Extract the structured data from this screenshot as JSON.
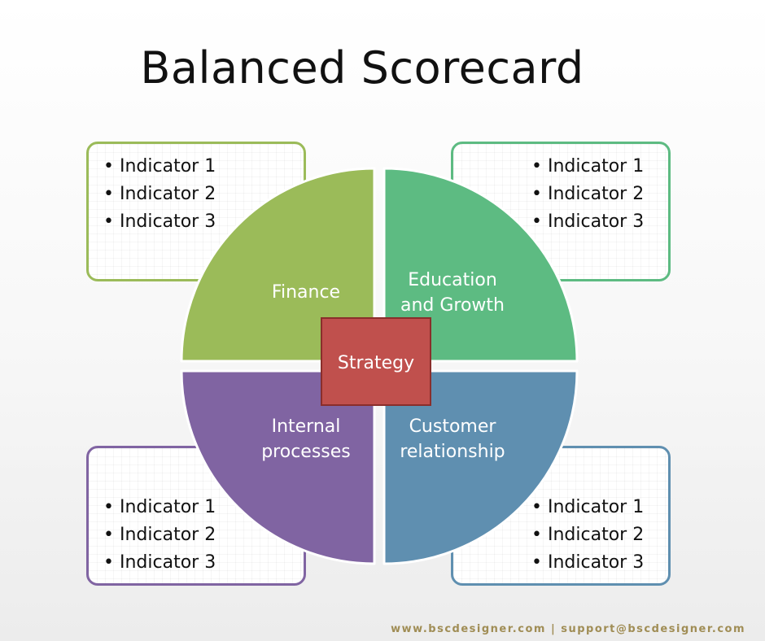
{
  "title": "Balanced Scorecard",
  "center": {
    "label": "Strategy",
    "color": "#c0504d"
  },
  "quadrants": {
    "top_left": {
      "lines": [
        "Finance"
      ],
      "color": "#9bbb59"
    },
    "top_right": {
      "lines": [
        "Education",
        "and Growth"
      ],
      "color": "#5dbb82"
    },
    "bottom_left": {
      "lines": [
        "Internal",
        "processes"
      ],
      "color": "#8064a2"
    },
    "bottom_right": {
      "lines": [
        "Customer",
        "relationship"
      ],
      "color": "#5f8fb0"
    }
  },
  "boxes": {
    "top_left": [
      "Indicator 1",
      "Indicator 2",
      "Indicator 3"
    ],
    "top_right": [
      "Indicator 1",
      "Indicator 2",
      "Indicator 3"
    ],
    "bottom_left": [
      "Indicator 1",
      "Indicator 2",
      "Indicator 3"
    ],
    "bottom_right": [
      "Indicator 1",
      "Indicator 2",
      "Indicator 3"
    ]
  },
  "footer": "www.bscdesigner.com | support@bscdesigner.com"
}
